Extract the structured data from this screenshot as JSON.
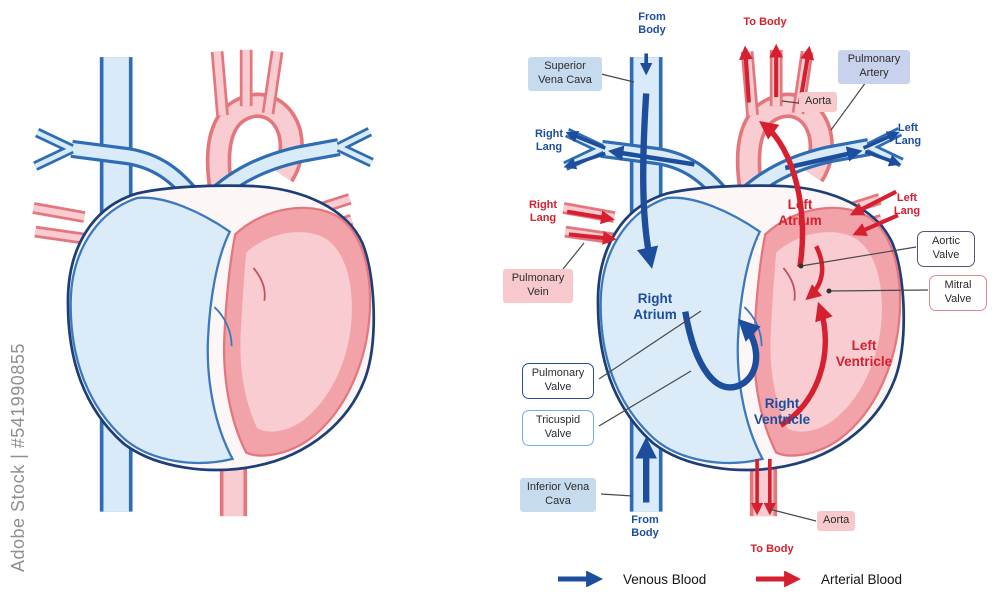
{
  "watermark": {
    "text": "Adobe Stock | #541990855"
  },
  "diagram": {
    "top_labels": {
      "from_body": "From Body",
      "to_body": "To Body"
    },
    "bottom_labels": {
      "from_body": "From Body",
      "to_body": "To Body"
    },
    "vessels": {
      "superior_vena_cava": "Superior Vena Cava",
      "pulmonary_artery": "Pulmonary Artery",
      "aorta_top": "Aorta",
      "pulmonary_vein": "Pulmonary Vein",
      "inferior_vena_cava": "Inferior Vena Cava",
      "aorta_bottom": "Aorta"
    },
    "lungs": {
      "right_lang_venous": "Right Lang",
      "left_lang_venous": "Left Lang",
      "right_lang_arterial": "Right Lang",
      "left_lang_arterial": "Left Lang"
    },
    "chambers": {
      "right_atrium": "Right Atrium",
      "left_atrium": "Left Atrium",
      "right_ventricle": "Right Ventricle",
      "left_ventricle": "Left Ventricle"
    },
    "valves": {
      "aortic": "Aortic Valve",
      "mitral": "Mitral Valve",
      "pulmonary": "Pulmonary Valve",
      "tricuspid": "Tricuspid Valve"
    }
  },
  "legend": {
    "venous": "Venous Blood",
    "arterial": "Arterial Blood"
  },
  "colors": {
    "venous_blood": "#1d4e9e",
    "arterial_blood": "#d6202f",
    "venous_vessel_fill": "#d9eaf8",
    "arterial_vessel_fill": "#f8ccd0"
  }
}
